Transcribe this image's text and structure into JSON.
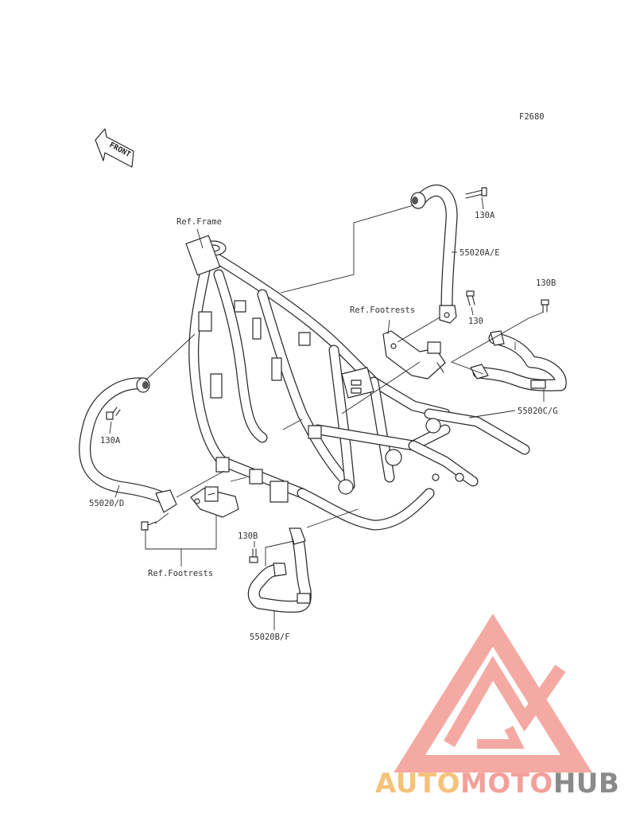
{
  "figure": {
    "code": "F2680"
  },
  "front_arrow": {
    "label": "FRONT"
  },
  "labels": {
    "ref_frame": "Ref.Frame",
    "ref_footrests_upper": "Ref.Footrests",
    "ref_footrests_lower": "Ref.Footrests",
    "p130a_top": "130A",
    "p130a_left": "130A",
    "p130": "130",
    "p130b_right": "130B",
    "p130b_left": "130B",
    "p55020ae": "55020A/E",
    "p55020cg": "55020C/G",
    "p55020d": "55020/D",
    "p55020bf": "55020B/F"
  },
  "watermark": {
    "part1": "AUTO",
    "part2": "MOTO",
    "part3": "HUB",
    "color1": "#f5c27a",
    "color2": "#f4a09a",
    "color3": "#8a8a8a",
    "logo_color": "#f4a09a"
  }
}
